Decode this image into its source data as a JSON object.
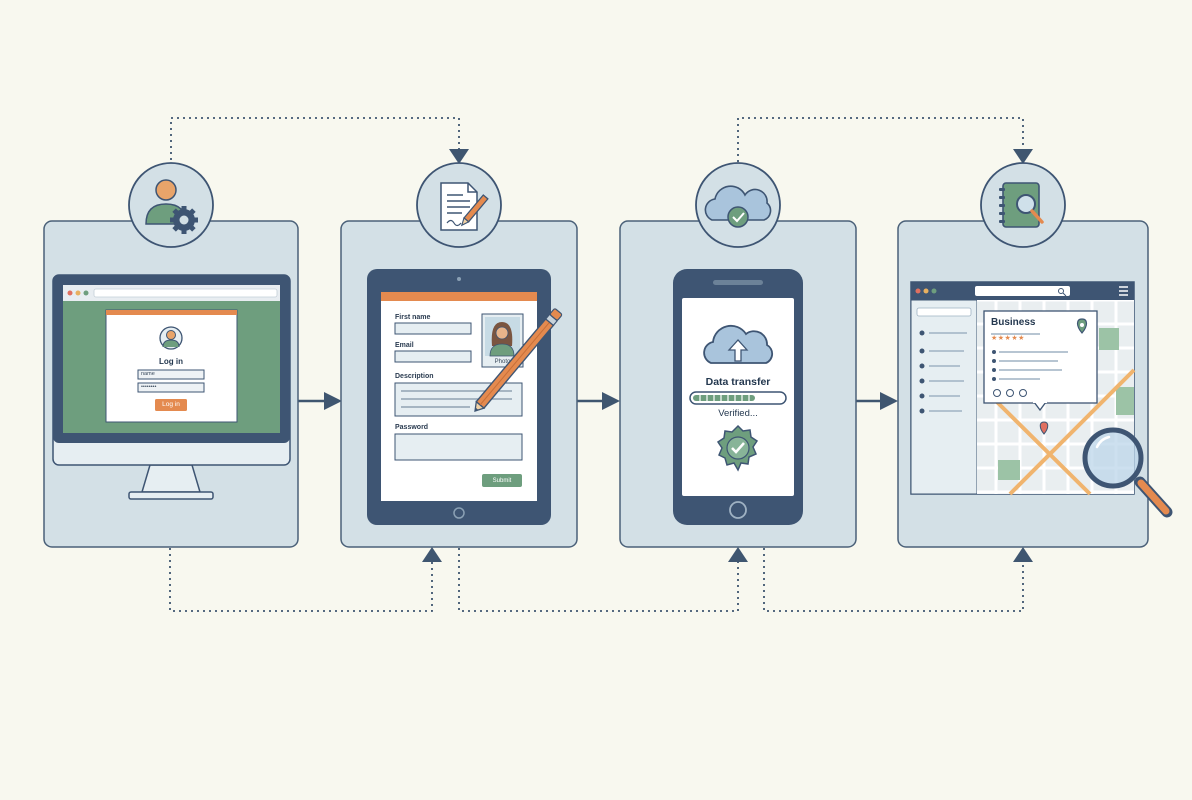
{
  "step1": {
    "login_title": "Log in",
    "username_value": "name",
    "password_value": "••••••••",
    "login_button": "Log in"
  },
  "step2": {
    "first_name_label": "First name",
    "email_label": "Email",
    "photo_label": "Photo",
    "description_label": "Description",
    "password_label": "Password",
    "submit_button": "Submit"
  },
  "step3": {
    "title": "Data transfer",
    "status": "Verified..."
  },
  "step4": {
    "card_title": "Business",
    "rating_stars": "★★★★★"
  },
  "icons": [
    "user-gear-icon",
    "document-sign-icon",
    "cloud-check-icon",
    "directory-search-icon"
  ],
  "colors": {
    "background": "#f8f8ef",
    "panel": "#d3e0e6",
    "dark_frame": "#3e5573",
    "accent_orange": "#e48a4f",
    "accent_green": "#6e9e7e",
    "arrow": "#3f5670"
  }
}
